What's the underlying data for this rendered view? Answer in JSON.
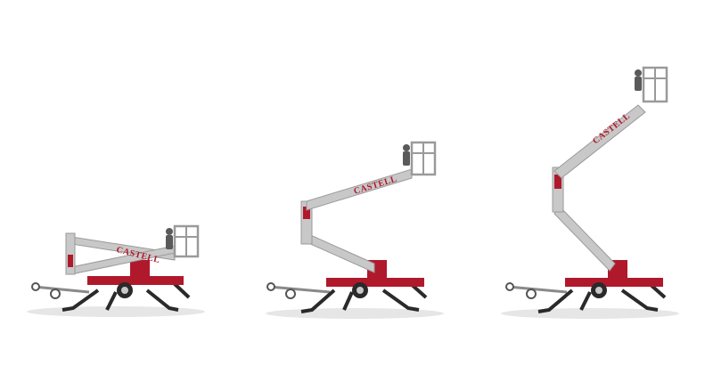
{
  "scene": {
    "brand_label": "CASTELL",
    "lifts": [
      {
        "state": "stowed"
      },
      {
        "state": "mid-extension"
      },
      {
        "state": "full-extension"
      }
    ]
  },
  "colors": {
    "background": "#ffffff",
    "boom": "#c8c8c8",
    "boom_edge": "#9a9a9a",
    "chassis_red": "#b0192b",
    "dark": "#2a2a2a",
    "shadow": "#e6e6e6",
    "operator": "#5a5a5a",
    "basket": "#9a9a9a",
    "brand_text": "#b0192b"
  }
}
